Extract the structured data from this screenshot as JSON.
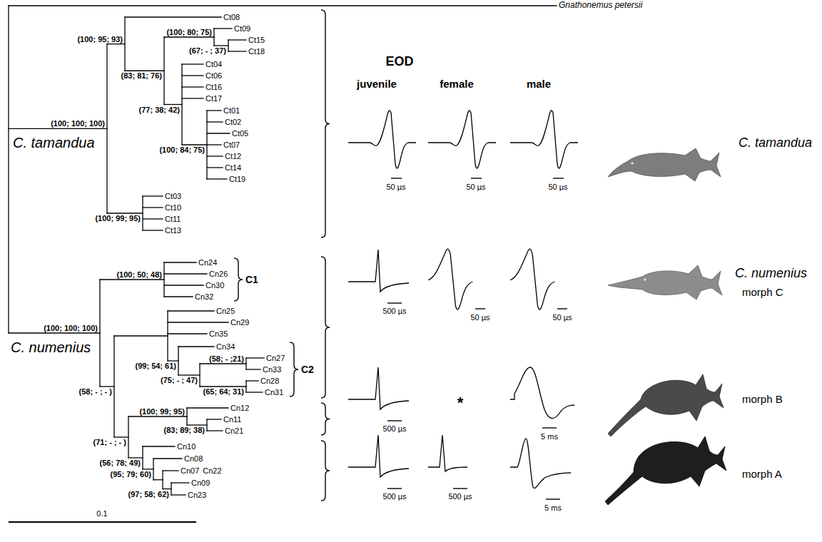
{
  "diagram": {
    "labels": [
      "Gnathonemus petersii",
      "Ct08",
      "Ct09",
      "(100; 80; 75)",
      "Ct15",
      "(67; - ; 37)",
      "Ct18",
      "(100; 95; 93)",
      "Ct04",
      "Ct06",
      "Ct16",
      "Ct17",
      "(83; 81; 76)",
      "Ct01",
      "Ct02",
      "Ct05",
      "(77; 38; 42)",
      "Ct07",
      "(100; 100; 100)",
      "C. tamandua",
      "(100; 84; 75)",
      "Ct12",
      "Ct14",
      "Ct19",
      "Ct03",
      "Ct10",
      "Ct11",
      "(100; 99; 95)",
      "Ct13",
      "EOD",
      "juvenile",
      "female",
      "male",
      "50 µs",
      "50 µs",
      "50 µs",
      "C. tamandua",
      "Cn24",
      "(100; 50; 48)",
      "Cn26",
      "Cn30",
      "Cn32",
      "C1",
      "(100; 100; 100)",
      "C. numenius",
      "Cn25",
      "Cn29",
      "Cn35",
      "Cn34",
      "(99; 54; 61)",
      "Cn27",
      "(75; - ; 47)",
      "Cn33",
      "(58; - ;21)",
      "C2",
      "Cn28",
      "(65; 64; 31)",
      "Cn31",
      "(58; - ; - )",
      "(100; 99; 95)",
      "Cn12",
      "Cn11",
      "(83; 89; 38)",
      "Cn21",
      "(71; - ; - )",
      "Cn10",
      "(56; 78; 49)",
      "Cn08",
      "(95; 79; 60)",
      "Cn07",
      "Cn22",
      "Cn09",
      "(97; 58; 62)",
      "Cn23",
      "0.1",
      "500 µs",
      "50 µs",
      "50 µs",
      "C. numenius",
      "morph C",
      "500 µs",
      "*",
      "5 ms",
      "morph B",
      "500 µs",
      "500 µs",
      "5 ms",
      "morph A"
    ]
  }
}
